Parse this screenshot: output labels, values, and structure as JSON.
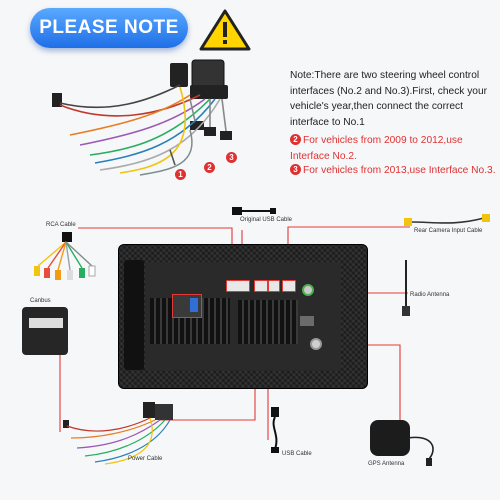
{
  "header": {
    "title": "PLEASE NOTE"
  },
  "note": {
    "main_text": "Note:There are two steering wheel control interfaces (No.2 and No.3).First, check your vehicle's year,then connect the correct interface to No.1",
    "item2_number": "2",
    "item2_text": "For vehicles from 2009 to 2012,use Interface No.2.",
    "item3_number": "3",
    "item3_text": "For vehicles from 2013,use Interface No.3."
  },
  "harness_markers": {
    "m1": "1",
    "m2": "2",
    "m3": "3"
  },
  "labels": {
    "rca_cable": "RCA Cable",
    "original_usb_cable": "Original USB Cable",
    "rear_camera": "Rear Camera Input Cable",
    "radio_antenna": "Radio Antenna",
    "canbus": "Canbus",
    "power_cable": "Power Cable",
    "usb_cable": "USB Cable",
    "gps_antenna": "GPS Antenna"
  },
  "colors": {
    "accent_blue": "#1f6fe8",
    "warning_yellow": "#ffd400",
    "note_red": "#e03131",
    "line_red": "#e53935"
  }
}
